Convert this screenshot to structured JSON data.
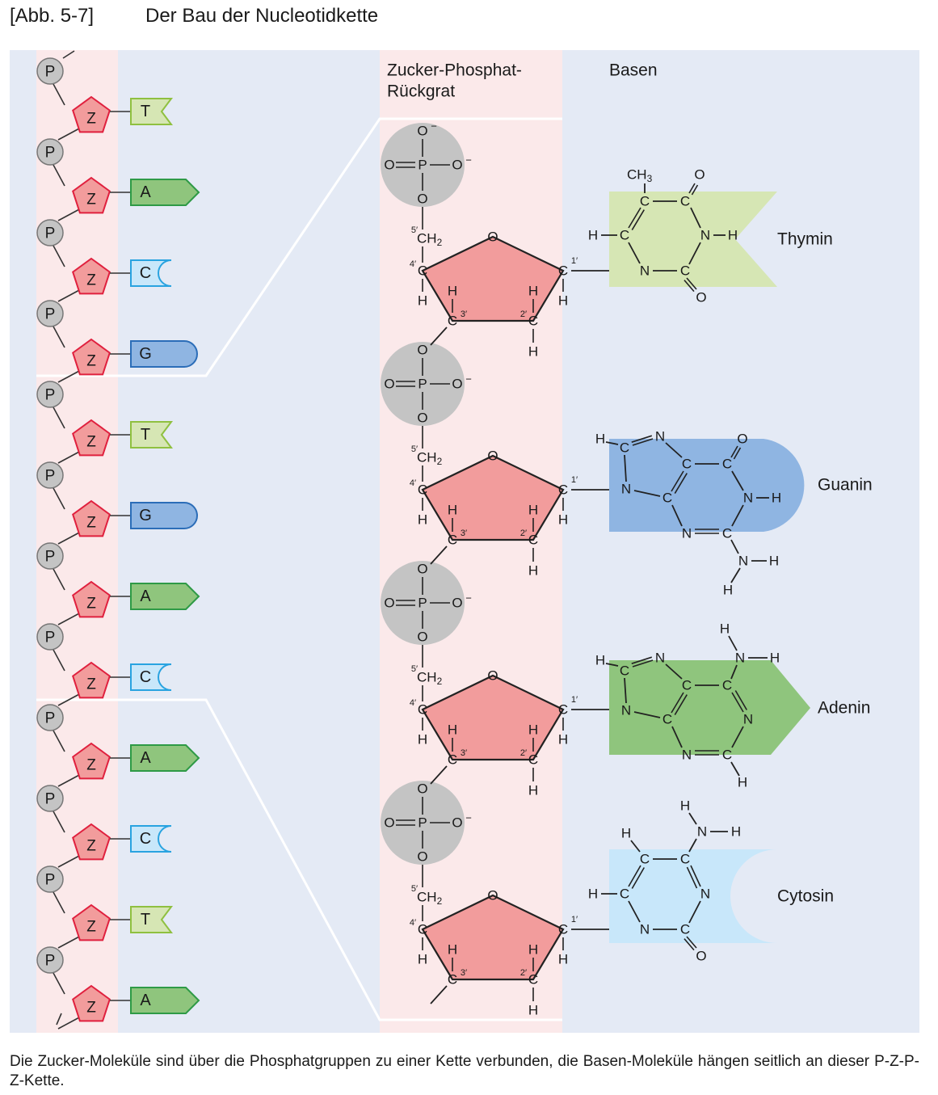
{
  "figure": {
    "number": "[Abb. 5-7]",
    "title": "Der Bau der Nucleotidkette"
  },
  "labels": {
    "backbone": [
      "Zucker-Phosphat-",
      "Rückgrat"
    ],
    "bases": "Basen",
    "phosphate": "P",
    "sugar": "Z"
  },
  "chain": [
    "T",
    "A",
    "C",
    "G",
    "T",
    "G",
    "A",
    "C",
    "A",
    "C",
    "T",
    "A"
  ],
  "detail_bases": [
    "Thymin",
    "Guanin",
    "Adenin",
    "Cytosin"
  ],
  "atoms": {
    "carbon": "C",
    "oxygen": "O",
    "nitrogen": "N",
    "hydrogen": "H",
    "phosphorus": "P",
    "methyl": "CH",
    "ch2": "CH",
    "sub2": "2",
    "sub3": "3",
    "minus": "−",
    "p1": "1′",
    "p2": "2′",
    "p3": "3′",
    "p4": "4′",
    "p5": "5′"
  },
  "colors": {
    "panel_bg": "#e4eaf5",
    "backbone_bg": "#fbe9ea",
    "phosphate": "#c4c4c4",
    "sugar_fill": "#f29c9c",
    "sugar_stroke": "#e0203e",
    "thymine": "#d6e6b4",
    "thymine_stroke": "#8fc040",
    "adenine": "#8fc57d",
    "adenine_stroke": "#2e9a46",
    "cytosine": "#c8e7fa",
    "cytosine_stroke": "#29a3e0",
    "guanine": "#8fb5e2",
    "guanine_stroke": "#2b6db8"
  },
  "caption": "Die Zucker-Moleküle sind über die Phosphatgruppen zu einer Kette verbunden, die Basen-Moleküle hängen seitlich an dieser P-Z-P-Z-Kette."
}
